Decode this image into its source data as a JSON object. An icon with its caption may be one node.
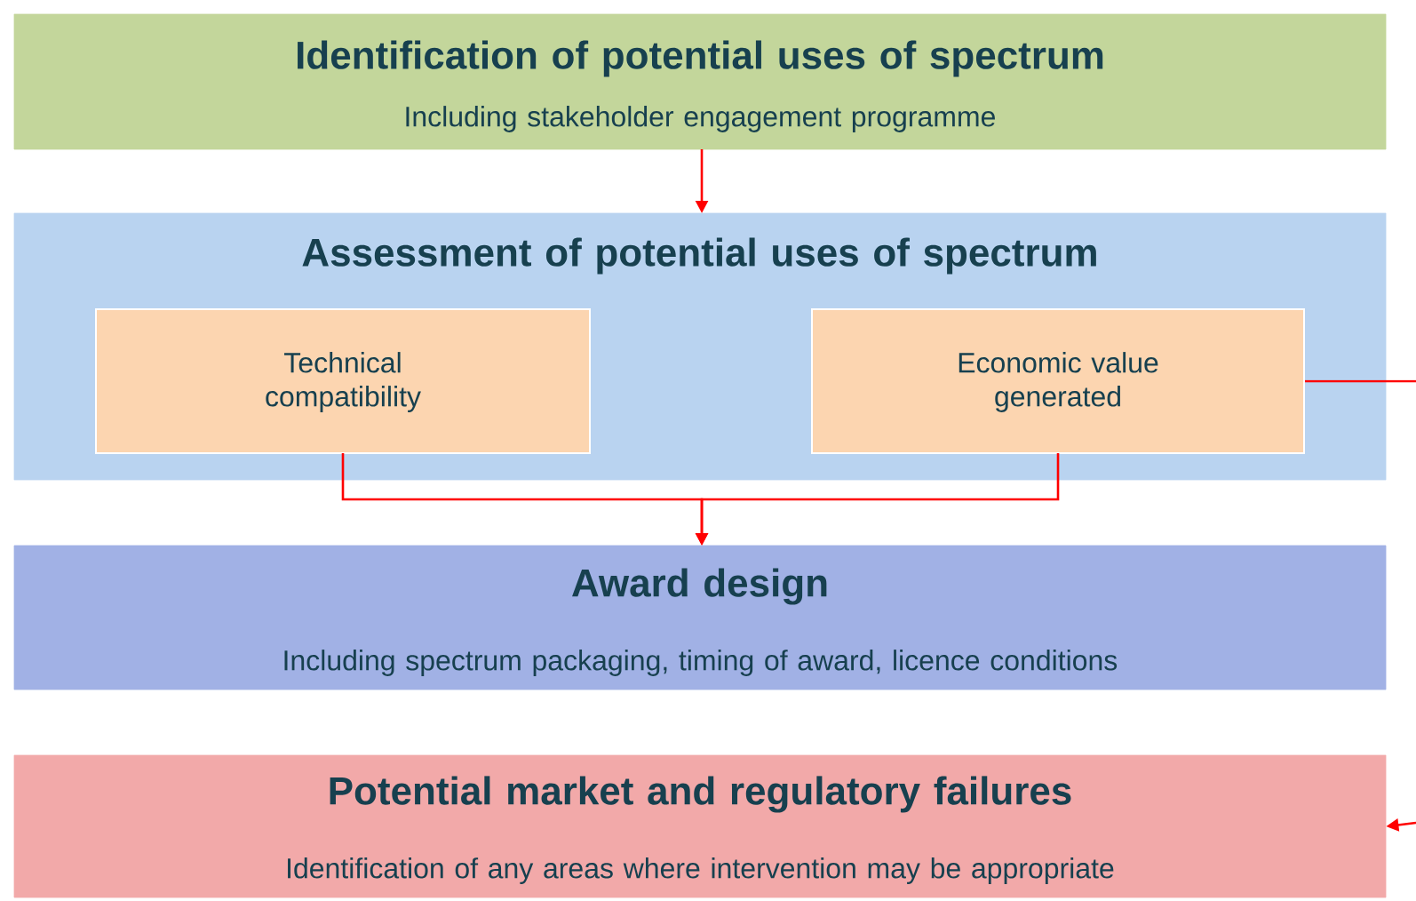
{
  "diagram": {
    "nodes": [
      {
        "text": [
          "Identification of potential uses of spectrum",
          "Including stakeholder engagement programme"
        ]
      },
      {
        "text": [
          "Assessment of potential uses of spectrum"
        ]
      },
      {
        "text": [
          "Technical compatibility"
        ],
        "in": 1
      },
      {
        "text": [
          "Economic value generated"
        ],
        "in": 1
      },
      {
        "text": [
          "Award design",
          "Including spectrum packaging, timing of award, licence conditions"
        ]
      },
      {
        "text": [
          "Potential market and regulatory failures",
          "Identification of any areas where intervention may be appropriate"
        ]
      }
    ],
    "edges": [
      {
        "from": 0,
        "to": 1,
        "arrow": "to"
      },
      {
        "from": 2,
        "to": 4,
        "arrow": "to"
      },
      {
        "from": 3,
        "to": 4,
        "arrow": "to"
      },
      {
        "from": 3,
        "to": null,
        "arrow": "none"
      },
      {
        "from": null,
        "to": 5,
        "arrow": "to"
      }
    ]
  }
}
